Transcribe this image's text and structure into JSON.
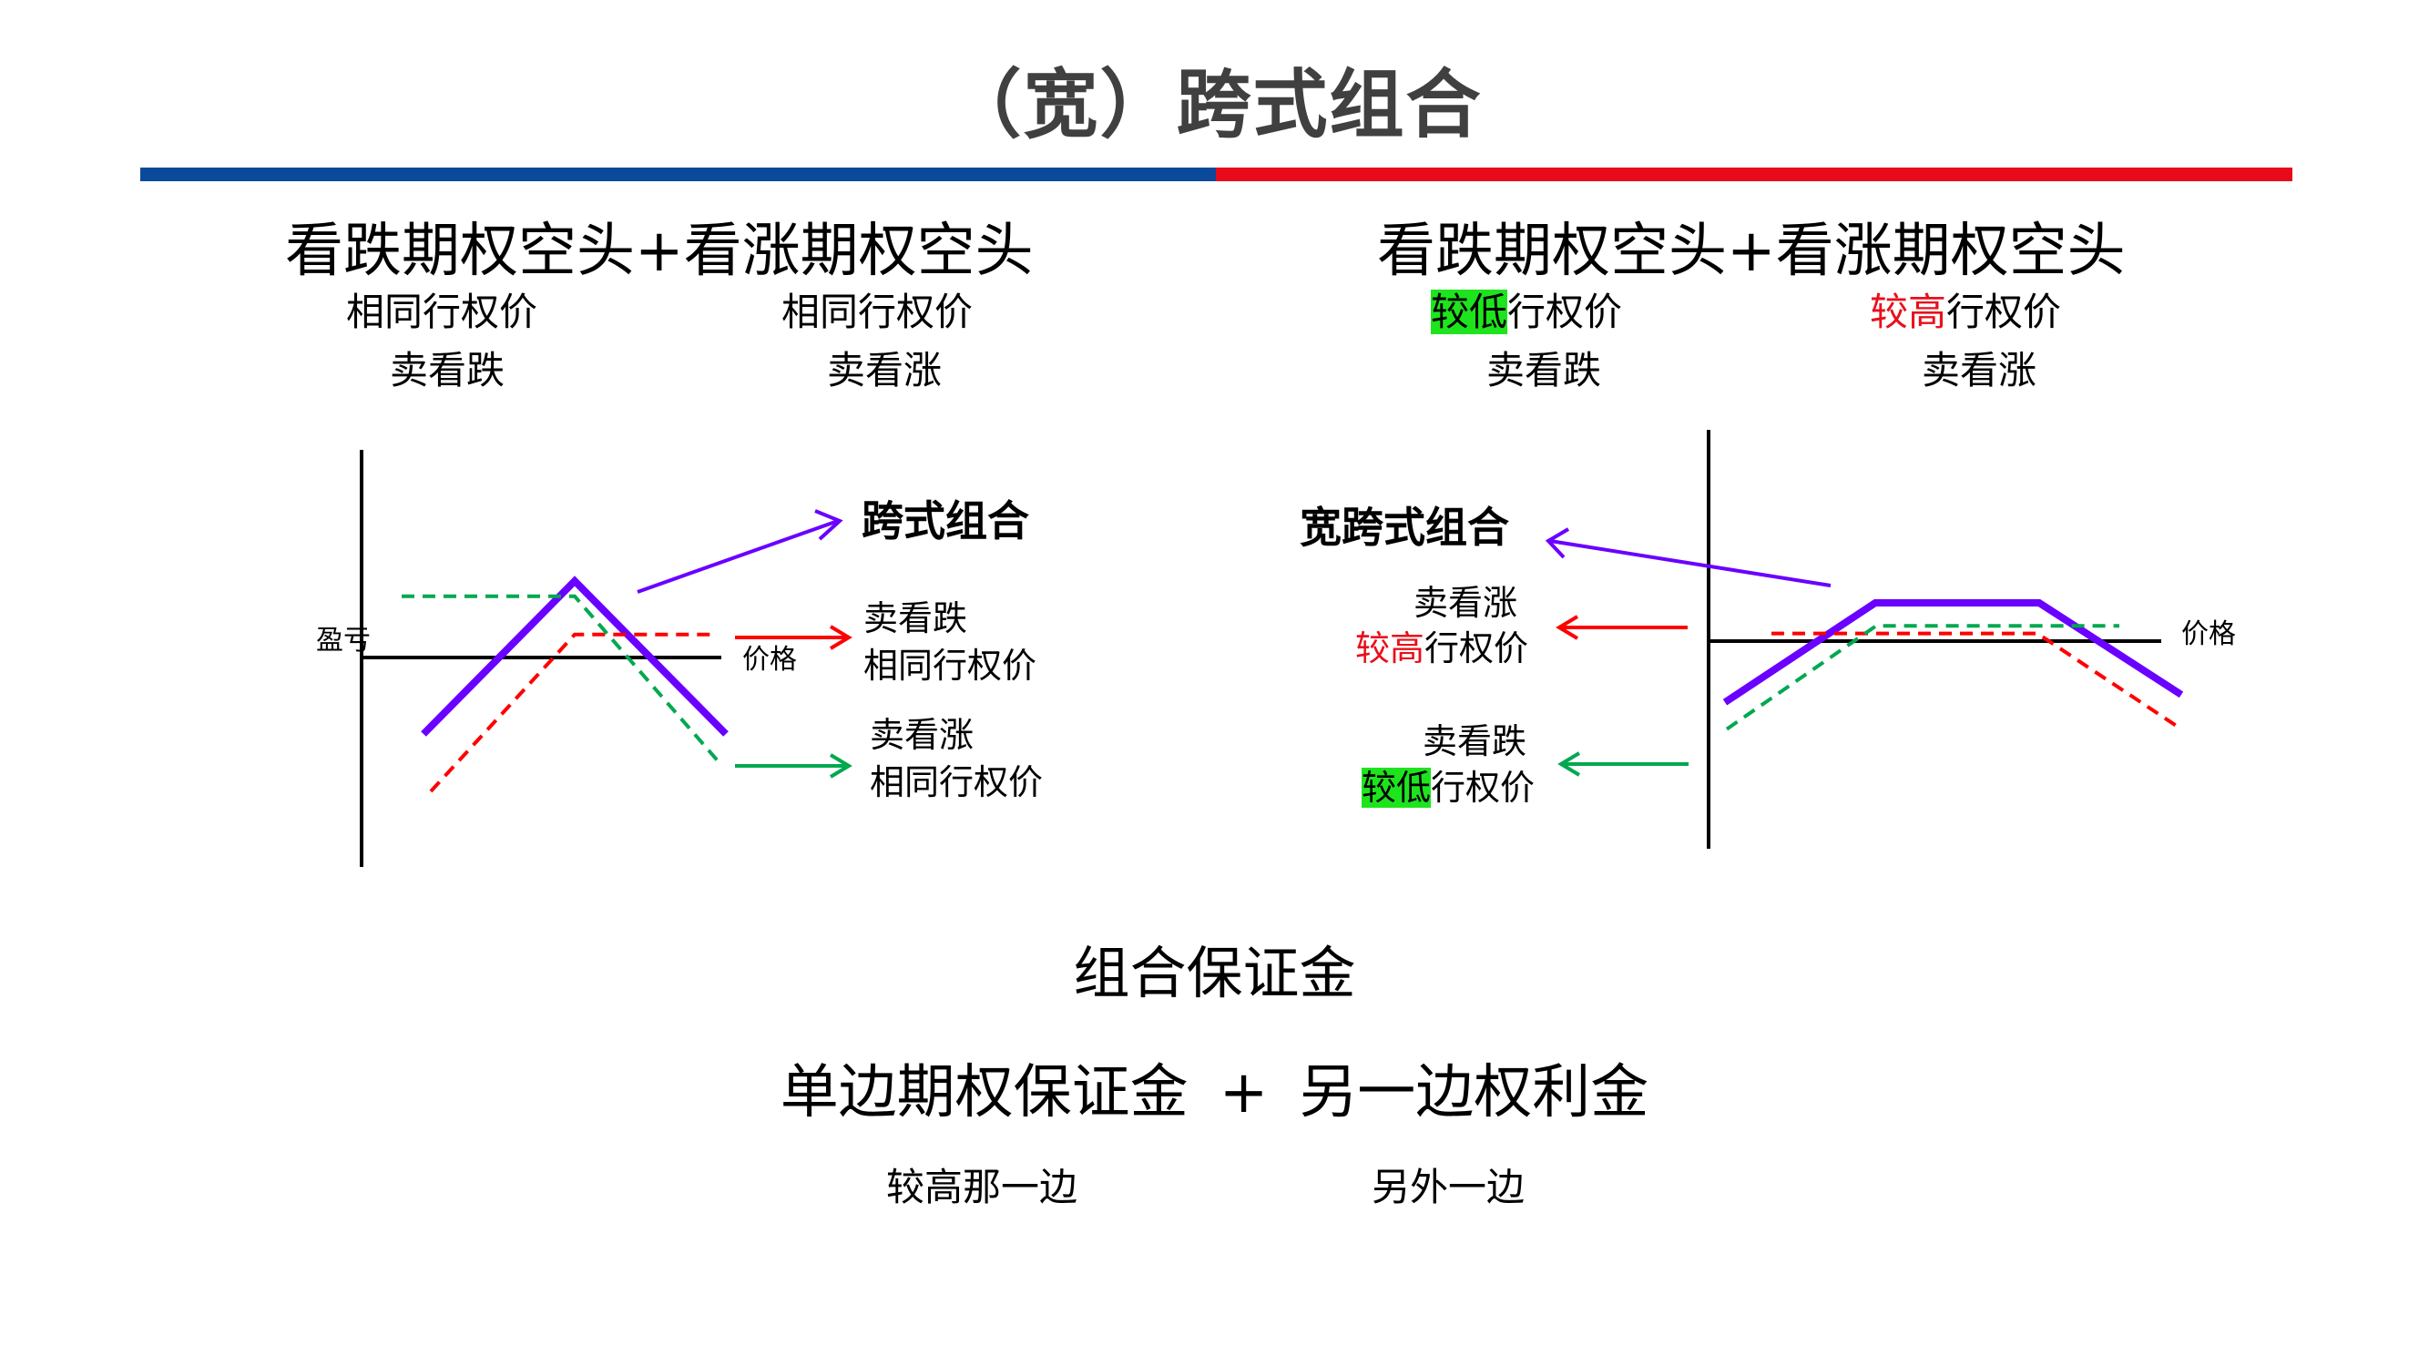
{
  "title": "（宽）跨式组合",
  "colors": {
    "bar_left": "#0a4a9a",
    "bar_right": "#e8091b",
    "payoff_combo": "#6a00ff",
    "short_put": "#ff0000",
    "short_call": "#00a850",
    "highlight_green": "#1ee41e",
    "text_red": "#e8101b"
  },
  "left_panel": {
    "heading": "看跌期权空头+看涨期权空头",
    "put_col": {
      "strike_note": "相同行权价",
      "action": "卖看跌"
    },
    "call_col": {
      "strike_note": "相同行权价",
      "action": "卖看涨"
    },
    "chart": {
      "y_axis_label": "盈亏",
      "x_axis_label": "价格",
      "combo_label": "跨式组合",
      "put_label": {
        "action": "卖看跌",
        "note": "相同行权价"
      },
      "call_label": {
        "action": "卖看涨",
        "note": "相同行权价"
      }
    }
  },
  "right_panel": {
    "heading": "看跌期权空头+看涨期权空头",
    "put_col": {
      "strike_highlight": "较低",
      "strike_rest": "行权价",
      "action": "卖看跌"
    },
    "call_col": {
      "strike_highlight": "较高",
      "strike_rest": "行权价",
      "action": "卖看涨"
    },
    "chart": {
      "x_axis_label": "价格",
      "combo_label": "宽跨式组合",
      "call_label": {
        "action": "卖看涨",
        "highlight": "较高",
        "rest": "行权价"
      },
      "put_label": {
        "action": "卖看跌",
        "highlight": "较低",
        "rest": "行权价"
      }
    }
  },
  "margin": {
    "heading": "组合保证金",
    "formula_left": "单边期权保证金",
    "formula_op": "+",
    "formula_right": "另一边权利金",
    "note_left": "较高那一边",
    "note_right": "另外一边"
  },
  "chart_data": [
    {
      "type": "line",
      "title": "跨式组合",
      "xlabel": "价格",
      "ylabel": "盈亏",
      "grid": false,
      "x": [
        0,
        1,
        2
      ],
      "series": [
        {
          "name": "跨式组合",
          "style": "solid",
          "values": [
            -2,
            2,
            -2
          ]
        },
        {
          "name": "卖看跌 相同行权价",
          "style": "dashed",
          "values": [
            -3.5,
            0.6,
            0.6
          ]
        },
        {
          "name": "卖看涨 相同行权价",
          "style": "dashed",
          "values": [
            1.6,
            1.6,
            -2.7
          ]
        }
      ]
    },
    {
      "type": "line",
      "title": "宽跨式组合",
      "xlabel": "价格",
      "grid": false,
      "x": [
        0,
        1,
        2,
        3
      ],
      "series": [
        {
          "name": "宽跨式组合",
          "style": "solid",
          "values": [
            -1.6,
            1.0,
            1.0,
            -1.4
          ]
        },
        {
          "name": "卖看涨 较高行权价",
          "style": "dashed",
          "values": [
            0.2,
            0.2,
            0.2,
            -2.3
          ]
        },
        {
          "name": "卖看跌 较低行权价",
          "style": "dashed",
          "values": [
            -2.3,
            0.4,
            0.4,
            0.4
          ]
        }
      ]
    }
  ]
}
